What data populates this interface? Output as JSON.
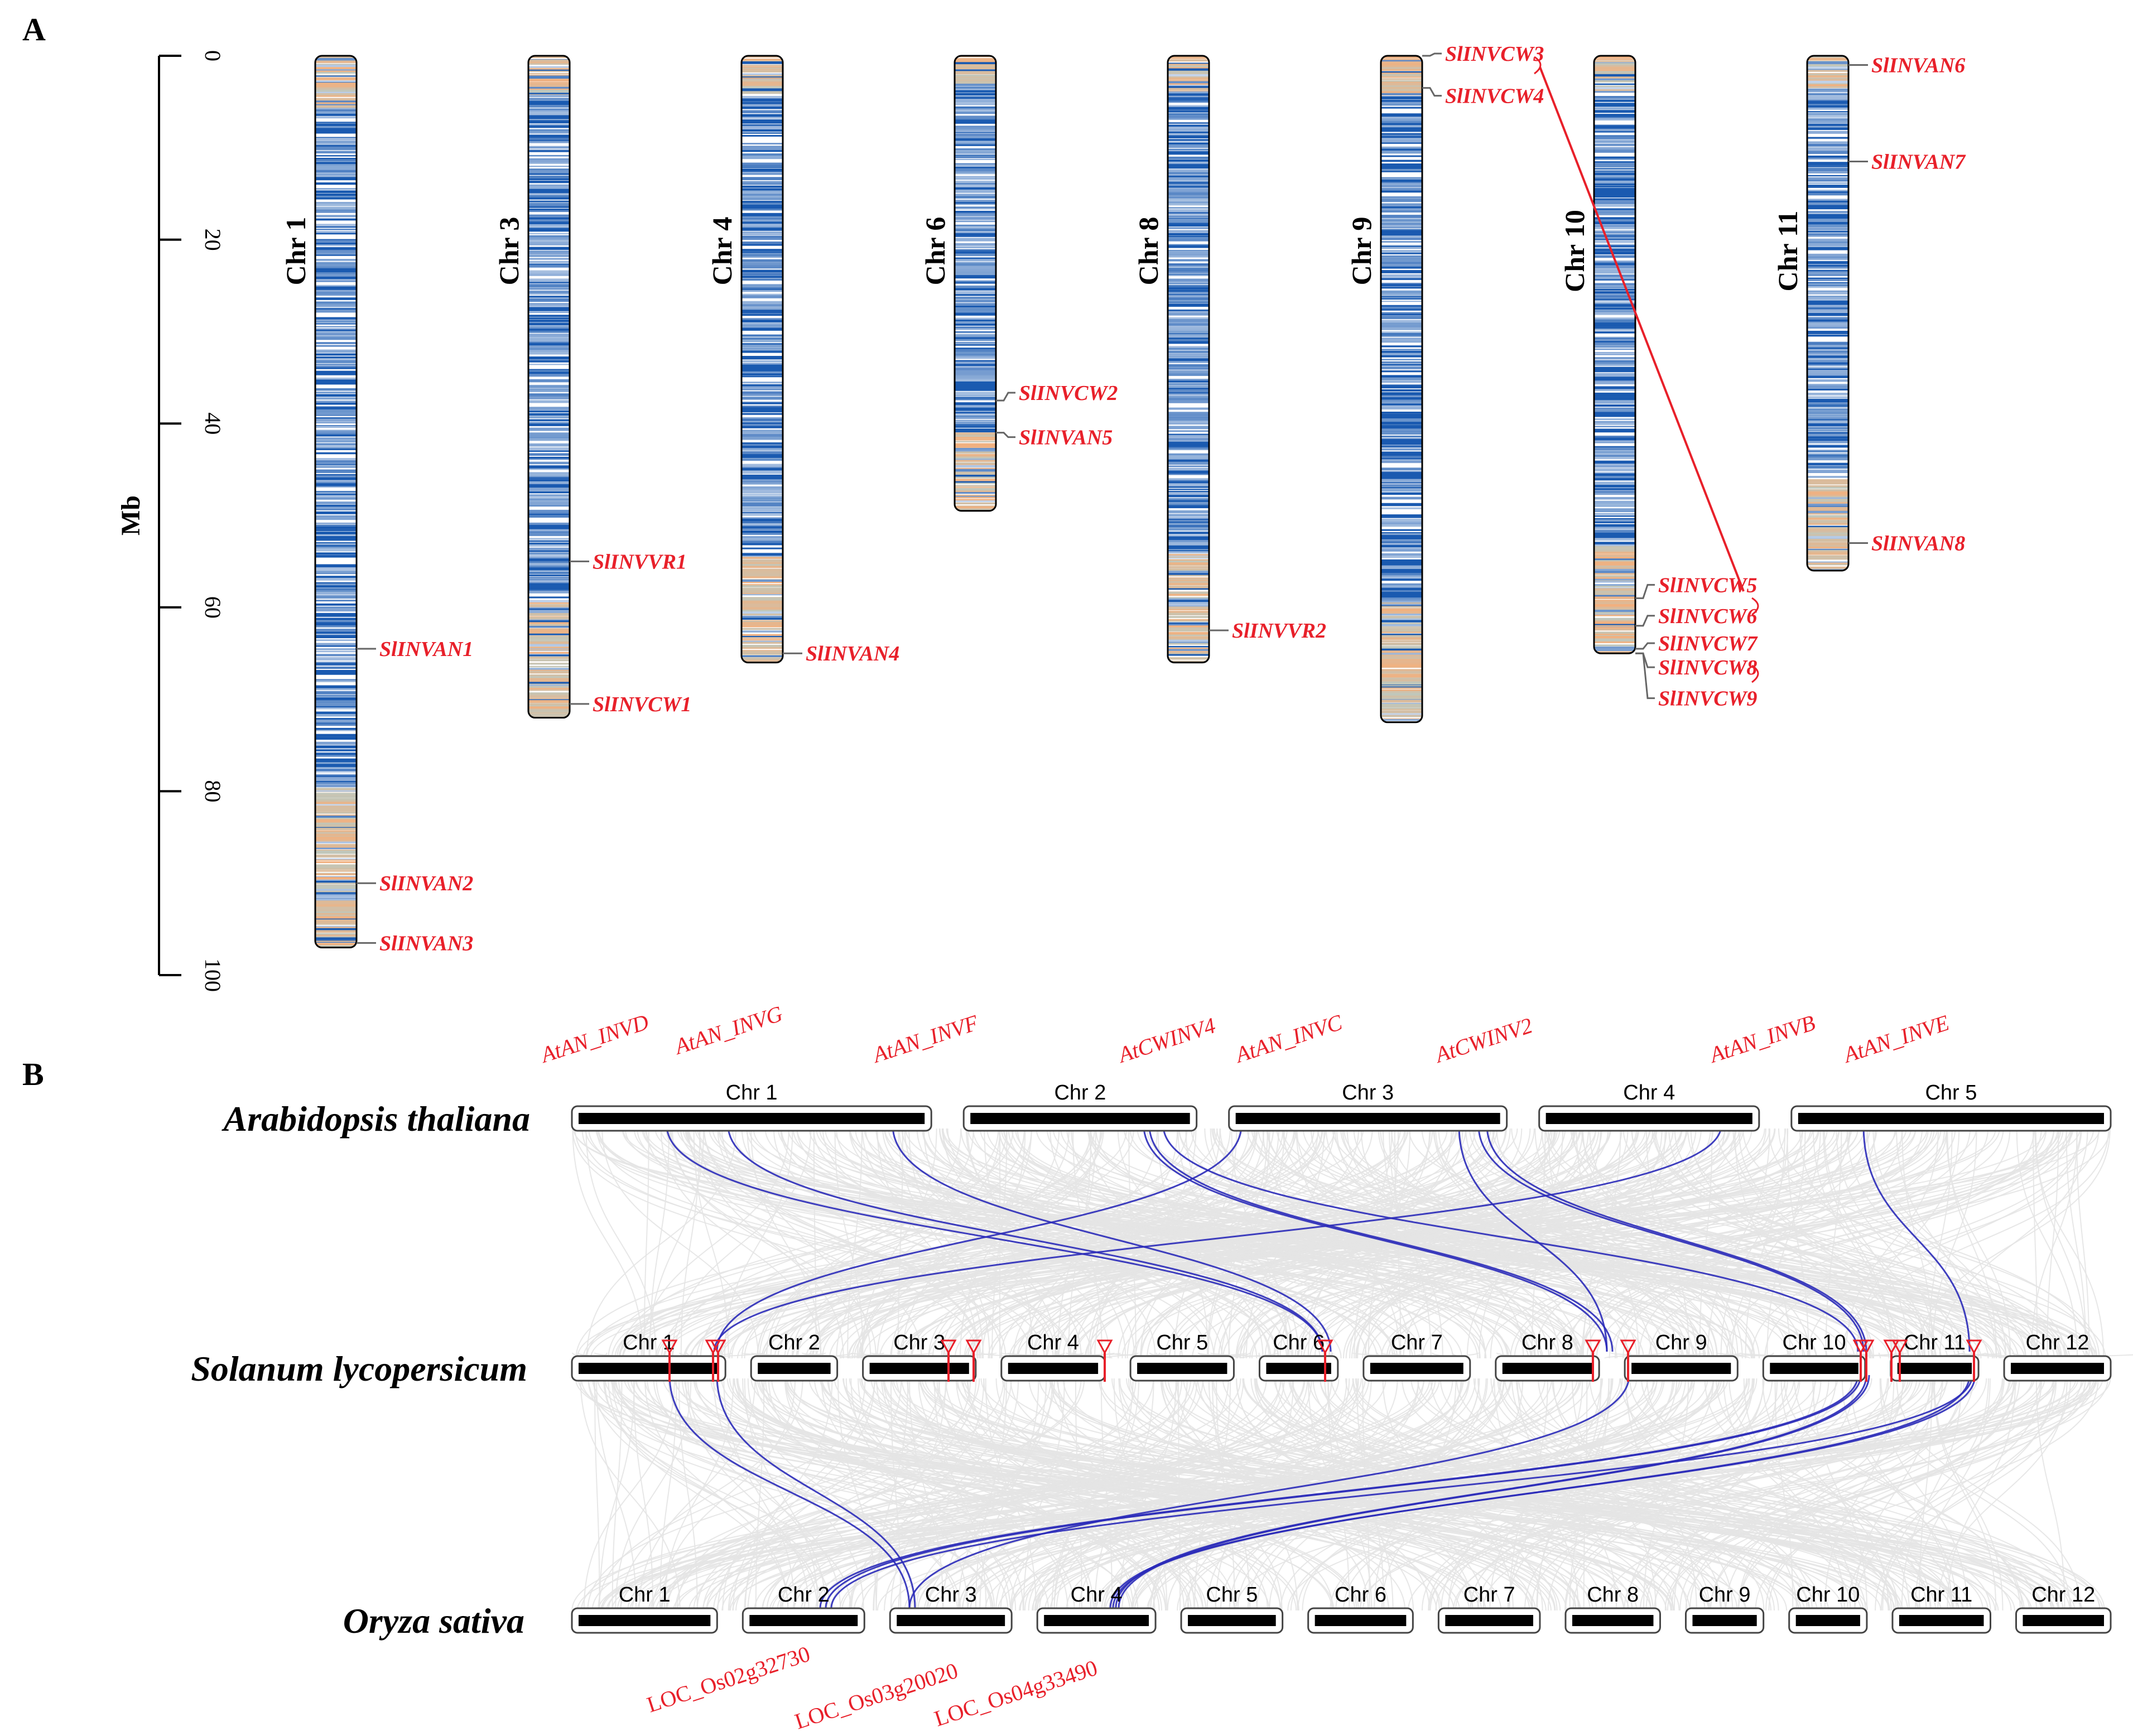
{
  "panel_a": {
    "label": "A",
    "axis_label": "Mb",
    "ticks": [
      0,
      20,
      40,
      60,
      80,
      100
    ],
    "axis_max": 100,
    "chromosomes": [
      {
        "name": "Chr 1",
        "length": 97,
        "genes": [
          {
            "name": "SlINVAN1",
            "pos": 64.5
          },
          {
            "name": "SlINVAN2",
            "pos": 90
          },
          {
            "name": "SlINVAN3",
            "pos": 96.5
          }
        ]
      },
      {
        "name": "Chr 3",
        "length": 72,
        "genes": [
          {
            "name": "SlINVVR1",
            "pos": 55
          },
          {
            "name": "SlINVCW1",
            "pos": 70.5
          }
        ]
      },
      {
        "name": "Chr 4",
        "length": 66,
        "genes": [
          {
            "name": "SlINVAN4",
            "pos": 65
          }
        ]
      },
      {
        "name": "Chr 6",
        "length": 49.5,
        "genes": [
          {
            "name": "SlINVCW2",
            "pos": 37.5
          },
          {
            "name": "SlINVAN5",
            "pos": 41
          }
        ]
      },
      {
        "name": "Chr 8",
        "length": 66,
        "genes": [
          {
            "name": "SlINVVR2",
            "pos": 62.5
          }
        ]
      },
      {
        "name": "Chr 9",
        "length": 72.5,
        "genes": [
          {
            "name": "SlINVCW3",
            "pos": 0
          },
          {
            "name": "SlINVCW4",
            "pos": 3.5
          }
        ]
      },
      {
        "name": "Chr 10",
        "length": 65,
        "genes": [
          {
            "name": "SlINVCW5",
            "pos": 59
          },
          {
            "name": "SlINVCW6",
            "pos": 62
          },
          {
            "name": "SlINVCW7",
            "pos": 64.5
          },
          {
            "name": "SlINVCW8",
            "pos": 67
          },
          {
            "name": "SlINVCW9",
            "pos": 70
          }
        ]
      },
      {
        "name": "Chr 11",
        "length": 56,
        "genes": [
          {
            "name": "SlINVAN6",
            "pos": 1
          },
          {
            "name": "SlINVAN7",
            "pos": 11.5
          },
          {
            "name": "SlINVAN8",
            "pos": 53
          }
        ]
      }
    ]
  },
  "panel_b": {
    "label": "B",
    "species": [
      {
        "name": "Arabidopsis thaliana",
        "chromosomes": [
          "Chr 1",
          "Chr 2",
          "Chr 3",
          "Chr 4",
          "Chr 5"
        ]
      },
      {
        "name": "Solanum lycopersicum",
        "chromosomes": [
          "Chr 1",
          "Chr 2",
          "Chr 3",
          "Chr 4",
          "Chr 5",
          "Chr 6",
          "Chr 7",
          "Chr 8",
          "Chr 9",
          "Chr 10",
          "Chr 11",
          "Chr 12"
        ]
      },
      {
        "name": "Oryza sativa",
        "chromosomes": [
          "Chr 1",
          "Chr 2",
          "Chr 3",
          "Chr 4",
          "Chr 5",
          "Chr 6",
          "Chr 7",
          "Chr 8",
          "Chr 9",
          "Chr 10",
          "Chr 11",
          "Chr 12"
        ]
      }
    ],
    "arabidopsis_genes": [
      "AtAN_INVD",
      "AtAN_INVG",
      "AtAN_INVF",
      "AtCWINV4",
      "AtAN_INVC",
      "AtCWINV2",
      "AtAN_INVB",
      "AtAN_INVE"
    ],
    "rice_genes": [
      "LOC_Os02g32730",
      "LOC_Os03g20020",
      "LOC_Os04g33490"
    ]
  },
  "colors": {
    "accent": "#e8202a",
    "link": "#2a2ab8",
    "background_link": "#e4e4e4",
    "heat_high": "#1a5ab0",
    "heat_low": "#f2b07e"
  }
}
